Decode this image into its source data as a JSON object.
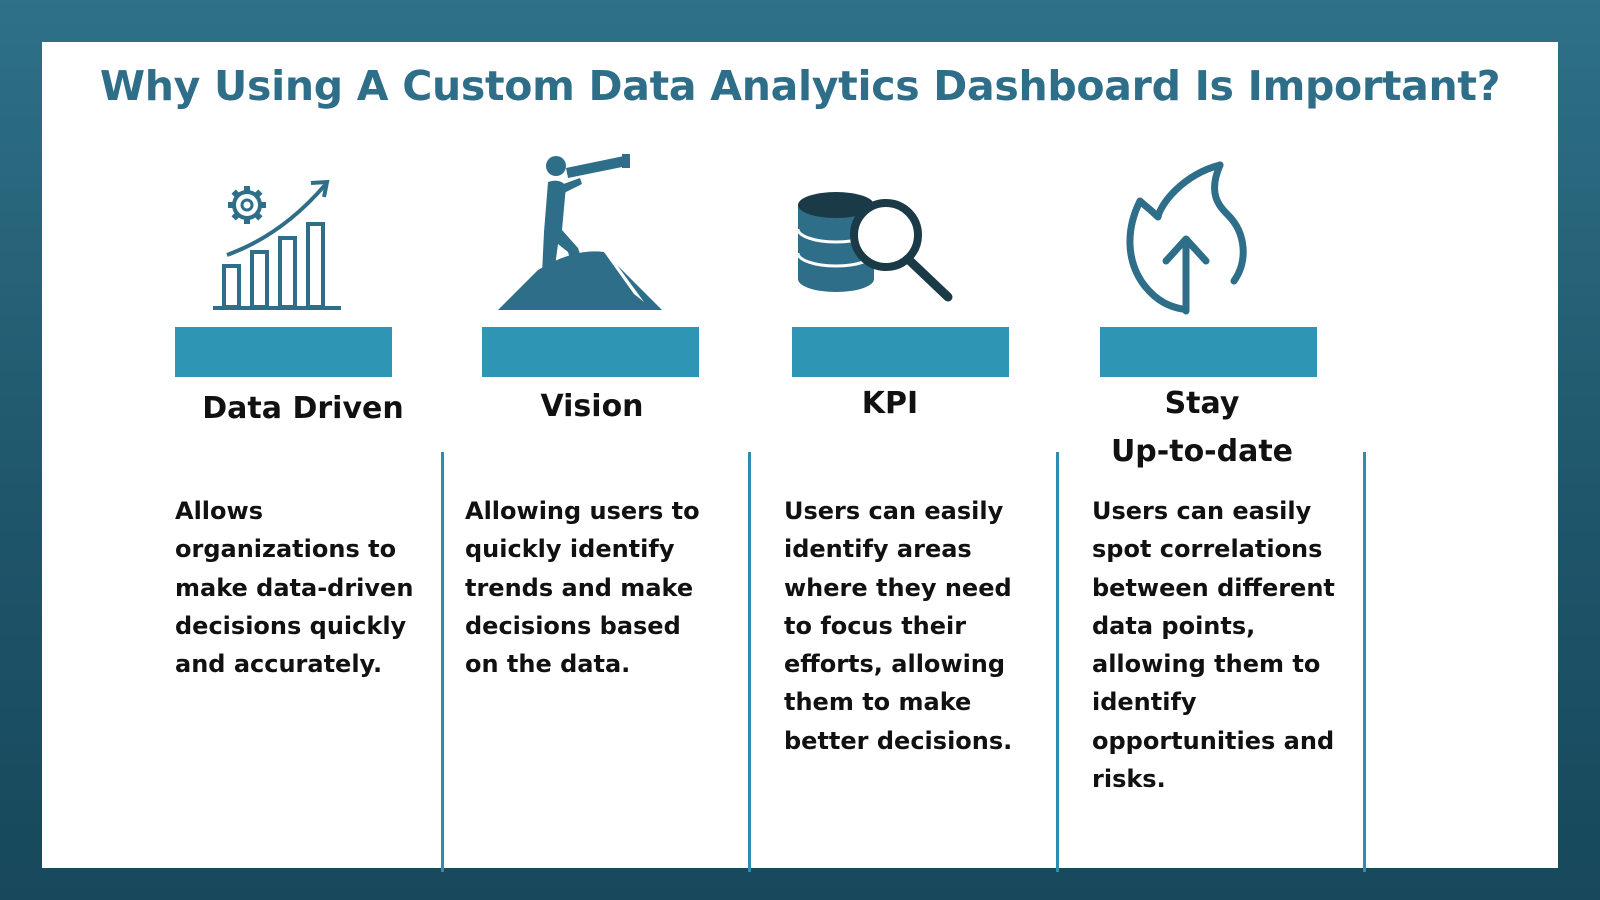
{
  "title": "Why Using A Custom Data Analytics Dashboard Is Important?",
  "colors": {
    "background": "#1f566b",
    "title": "#2e6e89",
    "bar": "#2e95b5",
    "icon": "#2e6e89",
    "divider": "#2e8eaf",
    "text": "#111111"
  },
  "columns": [
    {
      "icon": "growth-chart-gear-icon",
      "heading": [
        "Data Driven"
      ],
      "description": [
        "Allows",
        "organizations to",
        "make data-driven",
        "decisions quickly",
        "and accurately."
      ]
    },
    {
      "icon": "telescope-person-icon",
      "heading": [
        "Vision"
      ],
      "description": [
        "Allowing users to",
        "quickly identify",
        "trends and make",
        "decisions based",
        "on the data."
      ]
    },
    {
      "icon": "database-search-icon",
      "heading": [
        "KPI"
      ],
      "description": [
        "Users can easily",
        "identify areas",
        "where they need",
        "to focus their",
        "efforts, allowing",
        "them to make",
        "better decisions."
      ]
    },
    {
      "icon": "flame-arrow-up-icon",
      "heading": [
        "Stay",
        "Up-to-date"
      ],
      "description": [
        "Users can easily",
        "spot correlations",
        "between different",
        "data points,",
        "allowing them to",
        "identify",
        "opportunities and",
        "risks."
      ]
    }
  ]
}
